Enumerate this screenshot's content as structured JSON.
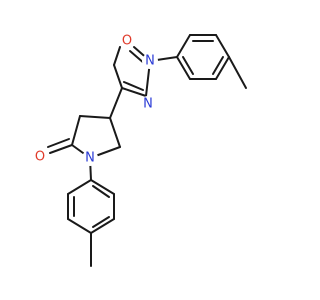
{
  "molecule": {
    "atoms": {
      "o_ring": {
        "symbol": "O",
        "color": "#e03a2a"
      },
      "n_ring_top": {
        "symbol": "N",
        "color": "#2a3bd6"
      },
      "n_ring_bottom": {
        "symbol": "N",
        "color": "#2a3bd6"
      },
      "o_carbonyl": {
        "symbol": "O",
        "color": "#e03a2a"
      },
      "n_lactam": {
        "symbol": "N",
        "color": "#2a3bd6"
      }
    },
    "bond_color": "#1a1a1a",
    "background": "#ffffff"
  }
}
